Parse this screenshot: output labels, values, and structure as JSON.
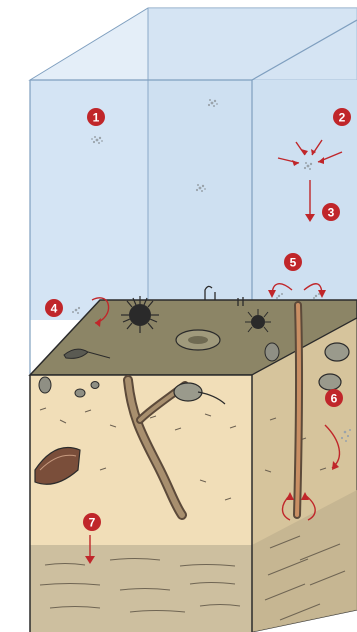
{
  "diagram": {
    "markers": [
      {
        "id": "marker-1",
        "label": "1"
      },
      {
        "id": "marker-2",
        "label": "2"
      },
      {
        "id": "marker-3",
        "label": "3"
      },
      {
        "id": "marker-4",
        "label": "4"
      },
      {
        "id": "marker-5",
        "label": "5"
      },
      {
        "id": "marker-6",
        "label": "6"
      },
      {
        "id": "marker-7",
        "label": "7"
      }
    ],
    "colors": {
      "water": "#d4e4f4",
      "water_side": "#bcd3ea",
      "seafloor_top": "#8c8566",
      "sediment_upper": "#f1deb8",
      "sediment_lower": "#cdbf9f",
      "sediment_side": "#d6c49c",
      "marker": "#c0262a",
      "outline": "#2b2b2b"
    }
  }
}
